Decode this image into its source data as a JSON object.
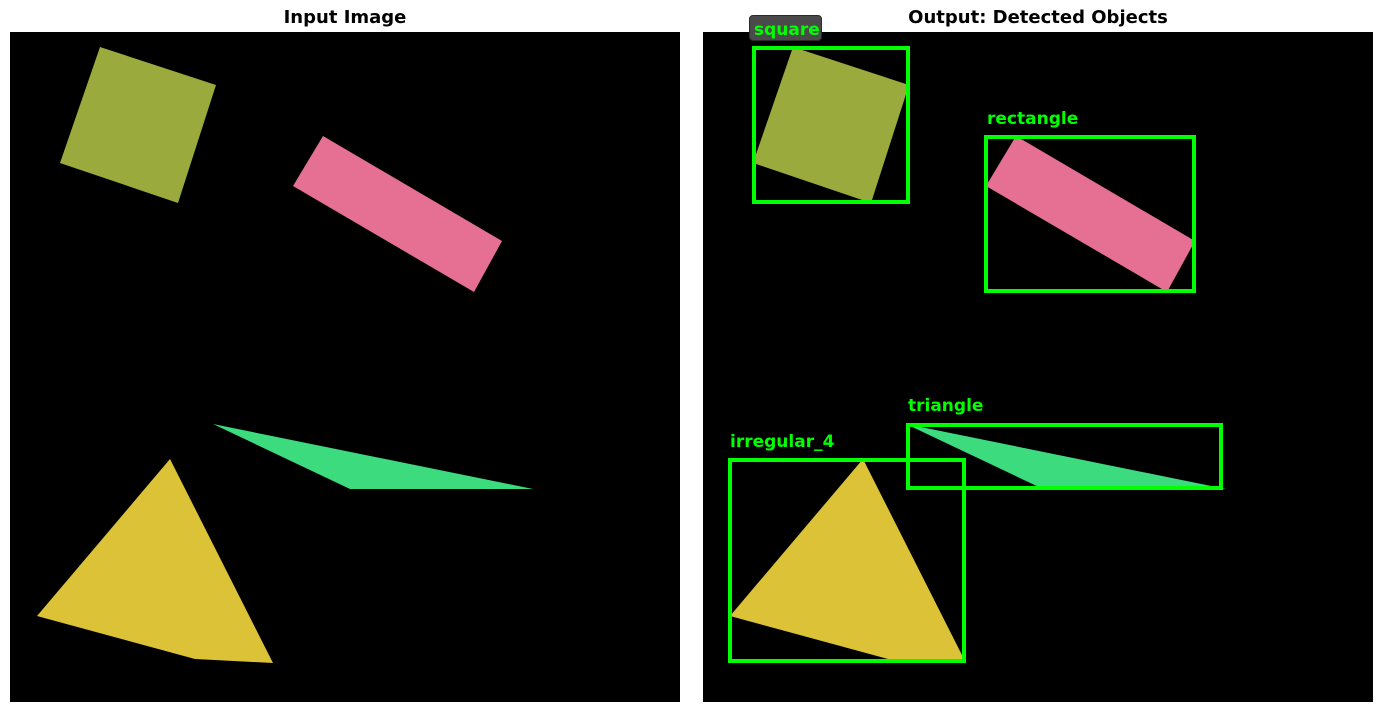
{
  "titles": {
    "input": "Input Image",
    "output": "Output: Detected Objects"
  },
  "colors": {
    "background": "#000000",
    "box": "#00ff00",
    "square_fill": "#9aaa3c",
    "rectangle_fill": "#e57094",
    "triangle_fill": "#3bdb7e",
    "irregular_fill": "#dcc236"
  },
  "detections": [
    {
      "label": "square"
    },
    {
      "label": "rectangle"
    },
    {
      "label": "triangle"
    },
    {
      "label": "irregular_4"
    }
  ]
}
